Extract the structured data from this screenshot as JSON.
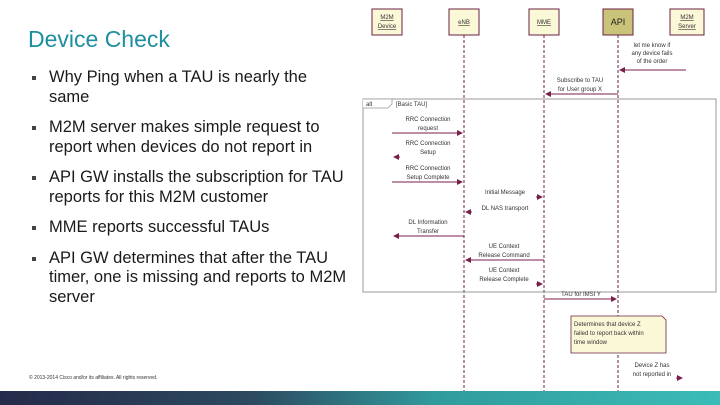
{
  "slide": {
    "title": "Device Check",
    "bullets": [
      "Why Ping when a TAU is nearly the same",
      "M2M server makes simple request to report when devices do not report in",
      "API GW installs the subscription for TAU reports for this M2M customer",
      "MME reports successful TAUs",
      "API GW determines that after the TAU timer, one is missing and reports to M2M server"
    ],
    "copyright": "© 2013-2014  Cisco and/or its affiliates. All rights reserved."
  },
  "diagram": {
    "participants": [
      {
        "line1": "M2M",
        "line2": "Device"
      },
      {
        "line1": "eNB",
        "line2": ""
      },
      {
        "line1": "MME",
        "line2": ""
      },
      {
        "line1": "API",
        "line2": ""
      },
      {
        "line1": "M2M",
        "line2": "Server"
      }
    ],
    "frame_tag": "alt",
    "frame_guard": "[Basic TAU]",
    "messages": [
      {
        "line1": "let me know if",
        "line2": "any device fails",
        "line3": "of the order"
      },
      {
        "line1": "Subscribe to TAU",
        "line2": "for User group X"
      },
      {
        "line1": "RRC Connection",
        "line2": "request"
      },
      {
        "line1": "RRC Connection",
        "line2": "Setup"
      },
      {
        "line1": "RRC Connection",
        "line2": "Setup Complete"
      },
      {
        "line1": "Initial Message"
      },
      {
        "line1": "DL NAS transport"
      },
      {
        "line1": "DL Information",
        "line2": "Transfer"
      },
      {
        "line1": "UE Context",
        "line2": "Release Command"
      },
      {
        "line1": "UE Context",
        "line2": "Release Complete"
      },
      {
        "line1": "TAU for IMSI Y"
      },
      {
        "line1": "Device Z has",
        "line2": "not reported in"
      }
    ],
    "note": {
      "line1": "Determines that device Z",
      "line2": "failed to report back within",
      "line3": "time window"
    },
    "colors": {
      "arrow": "#7a1f4a",
      "box_fill": "#fbf8d8",
      "api_fill": "#c9c47a",
      "lifeline": "#6b2040"
    }
  }
}
